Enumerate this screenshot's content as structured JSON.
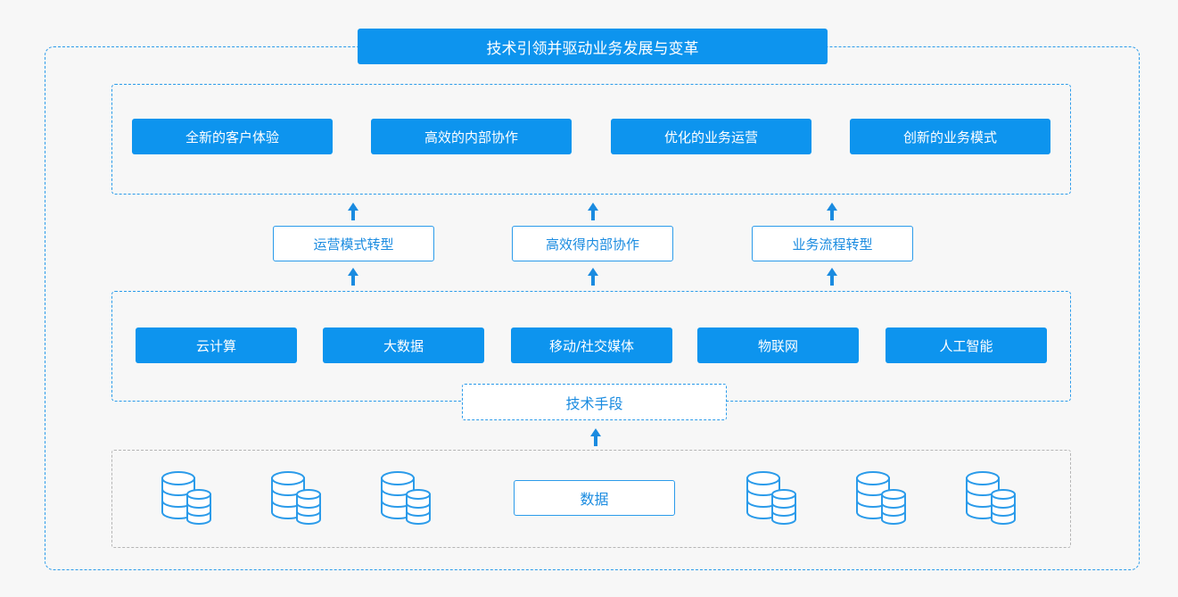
{
  "title": "技术引领并驱动业务发展与变革",
  "outcomes": [
    "全新的客户体验",
    "高效的内部协作",
    "优化的业务运营",
    "创新的业务模式"
  ],
  "transformations": [
    "运营模式转型",
    "高效得内部协作",
    "业务流程转型"
  ],
  "technologies": [
    "云计算",
    "大数据",
    "移动/社交媒体",
    "物联网",
    "人工智能"
  ],
  "tech_means_label": "技术手段",
  "data_label": "数据",
  "colors": {
    "accent": "#0d94ee",
    "border": "#2b9bea",
    "text_blue": "#1a8be0",
    "background": "#f7f7f7"
  },
  "icons": [
    "arrow-up-icon",
    "database-icon"
  ]
}
